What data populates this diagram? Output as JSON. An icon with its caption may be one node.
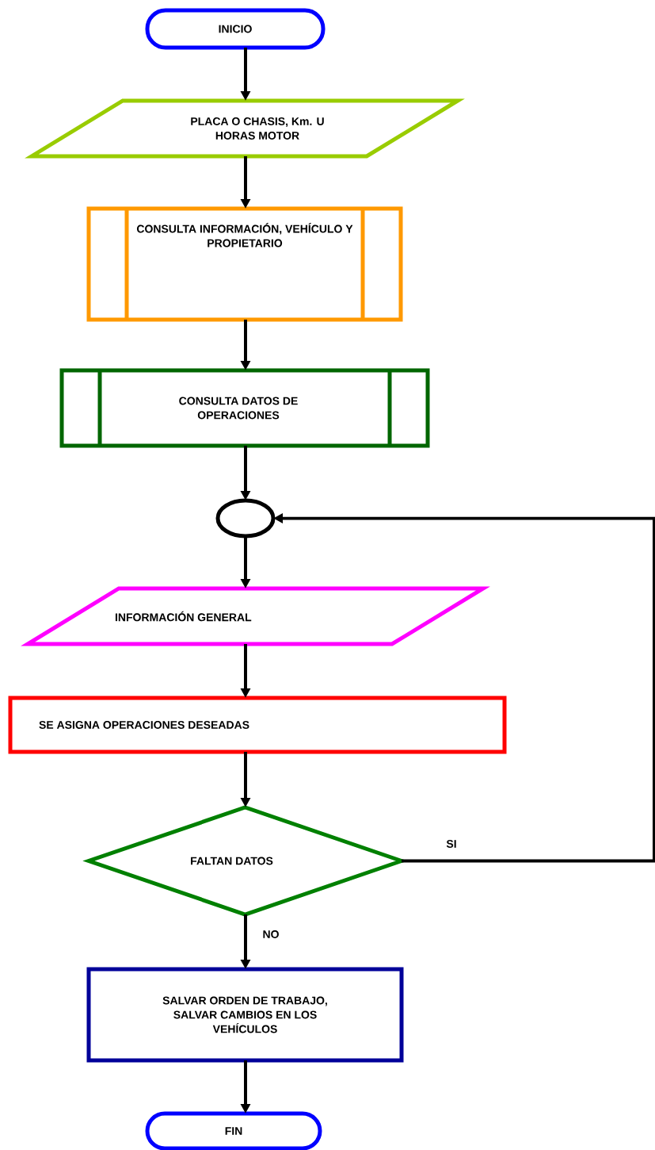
{
  "diagram": {
    "nodes": [
      {
        "text": [
          "INICIO"
        ]
      },
      {
        "text": [
          "PLACA O CHASIS, Km. U HORAS MOTOR"
        ]
      },
      {
        "text": [
          "CONSULTA INFORMACIÓN, VEHÍCULO Y PROPIETARIO"
        ]
      },
      {
        "text": [
          "CONSULTA DATOS DE OPERACIONES"
        ]
      },
      {
        "text": [],
        "shape": "circle"
      },
      {
        "text": [
          "INFORMACIÓN GENERAL"
        ]
      },
      {
        "text": [
          "SE ASIGNA OPERACIONES DESEADAS"
        ]
      },
      {
        "text": [
          "FALTAN DATOS"
        ]
      },
      {
        "text": [
          "SALVAR ORDEN DE TRABAJO, SALVAR CAMBIOS EN LOS VEHÍCULOS"
        ]
      },
      {
        "text": [
          "FIN"
        ]
      }
    ],
    "edges": [
      {
        "from": 0,
        "to": 1,
        "arrow": "to"
      },
      {
        "from": 1,
        "to": 2,
        "arrow": "to"
      },
      {
        "from": 2,
        "to": 3,
        "arrow": "to"
      },
      {
        "from": 3,
        "to": 4,
        "arrow": "to"
      },
      {
        "from": 4,
        "to": 5,
        "arrow": "to"
      },
      {
        "from": 5,
        "to": 6,
        "arrow": "to"
      },
      {
        "from": 6,
        "to": 7,
        "arrow": "to"
      },
      {
        "from": 7,
        "to": 4,
        "arrow": "to",
        "label": "SI"
      },
      {
        "from": 7,
        "to": 8,
        "arrow": "to",
        "label": "NO"
      },
      {
        "from": 8,
        "to": 9,
        "arrow": "to"
      }
    ]
  }
}
